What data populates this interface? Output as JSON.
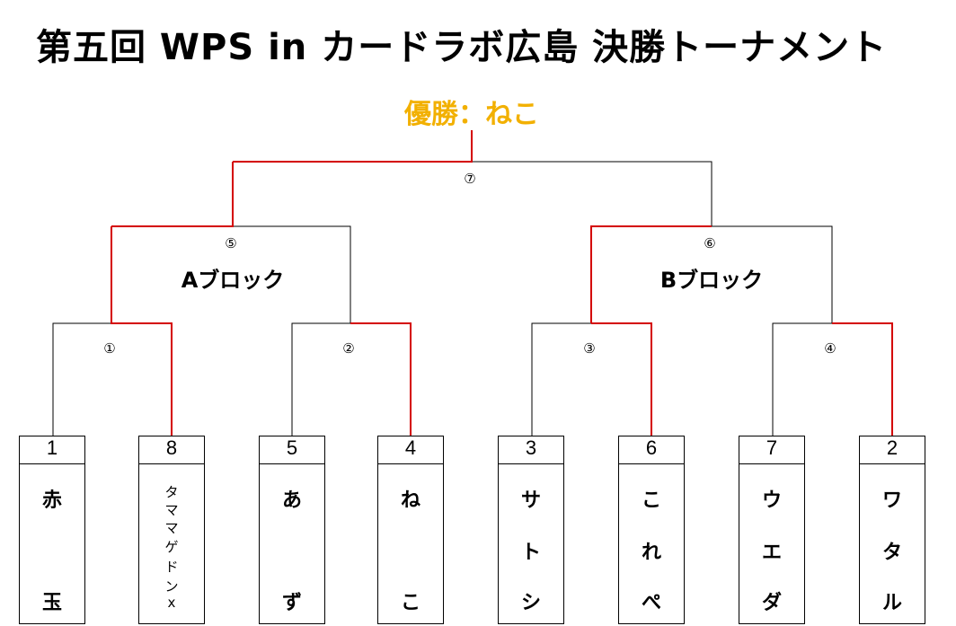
{
  "title": "第五回 WPS in カードラボ広島 決勝トーナメント",
  "champion": "優勝：ねこ",
  "colors": {
    "win_line": "#d40000",
    "line": "#000000",
    "champion_text": "#f2b000"
  },
  "blocks": [
    {
      "label": "Aブロック"
    },
    {
      "label": "Bブロック"
    }
  ],
  "matches": [
    "①",
    "②",
    "③",
    "④",
    "⑤",
    "⑥",
    "⑦"
  ],
  "entrants": [
    {
      "seed": "1",
      "name": [
        "赤",
        "玉"
      ]
    },
    {
      "seed": "8",
      "name": [
        "タ",
        "マ",
        "マ",
        "ゲ",
        "ド",
        "ン",
        "x"
      ]
    },
    {
      "seed": "5",
      "name": [
        "あ",
        "ず"
      ]
    },
    {
      "seed": "4",
      "name": [
        "ね",
        "こ"
      ]
    },
    {
      "seed": "3",
      "name": [
        "サ",
        "ト",
        "シ"
      ]
    },
    {
      "seed": "6",
      "name": [
        "こ",
        "れ",
        "ぺ"
      ]
    },
    {
      "seed": "7",
      "name": [
        "ウ",
        "エ",
        "ダ"
      ]
    },
    {
      "seed": "2",
      "name": [
        "ワ",
        "タ",
        "ル"
      ]
    }
  ]
}
